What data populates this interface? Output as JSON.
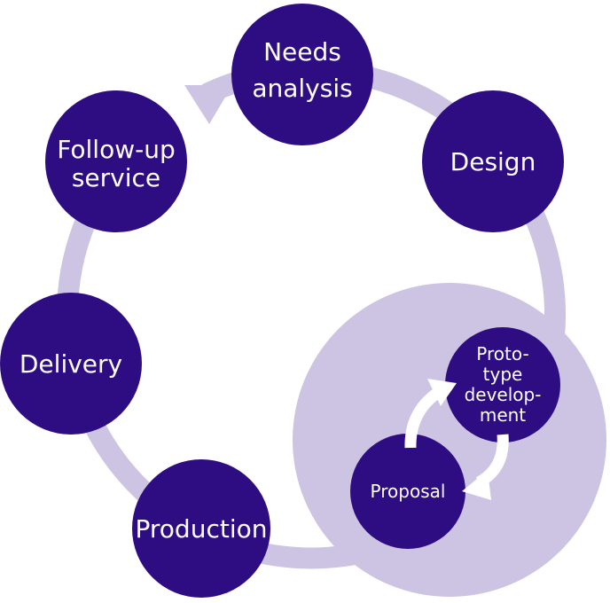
{
  "colors": {
    "node_fill": "#2e0d82",
    "ring_fill": "#cdc4e3",
    "label_text": "#ffffff",
    "inner_arrow": "#ffffff"
  },
  "cycle": {
    "needs_analysis": {
      "lines": [
        "Needs",
        "analysis"
      ]
    },
    "design": {
      "lines": [
        "Design"
      ]
    },
    "production": {
      "lines": [
        "Production"
      ]
    },
    "delivery": {
      "lines": [
        "Delivery"
      ]
    },
    "follow_up_service": {
      "lines": [
        "Follow-up",
        "service"
      ]
    }
  },
  "sub_cycle": {
    "prototype_development": {
      "lines": [
        "Proto-",
        "type",
        "develop-",
        "ment"
      ]
    },
    "proposal": {
      "lines": [
        "Proposal"
      ]
    }
  }
}
